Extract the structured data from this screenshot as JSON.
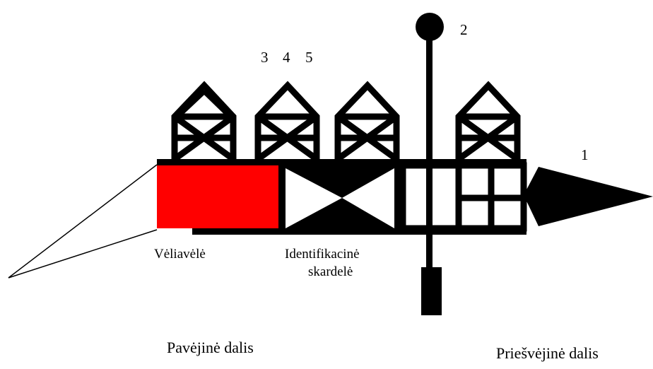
{
  "labels": {
    "n1": "1",
    "n2": "2",
    "n3": "3",
    "n4": "4",
    "n5": "5",
    "flag": "Vėliavėlė",
    "plate_line1": "Identifikacinė",
    "plate_line2": "skardelė",
    "lee": "Pavėjinė dalis",
    "windward": "Priešvėjinė dalis"
  },
  "colors": {
    "flag": "#ff0000",
    "ink": "#000000",
    "background": "#ffffff"
  }
}
